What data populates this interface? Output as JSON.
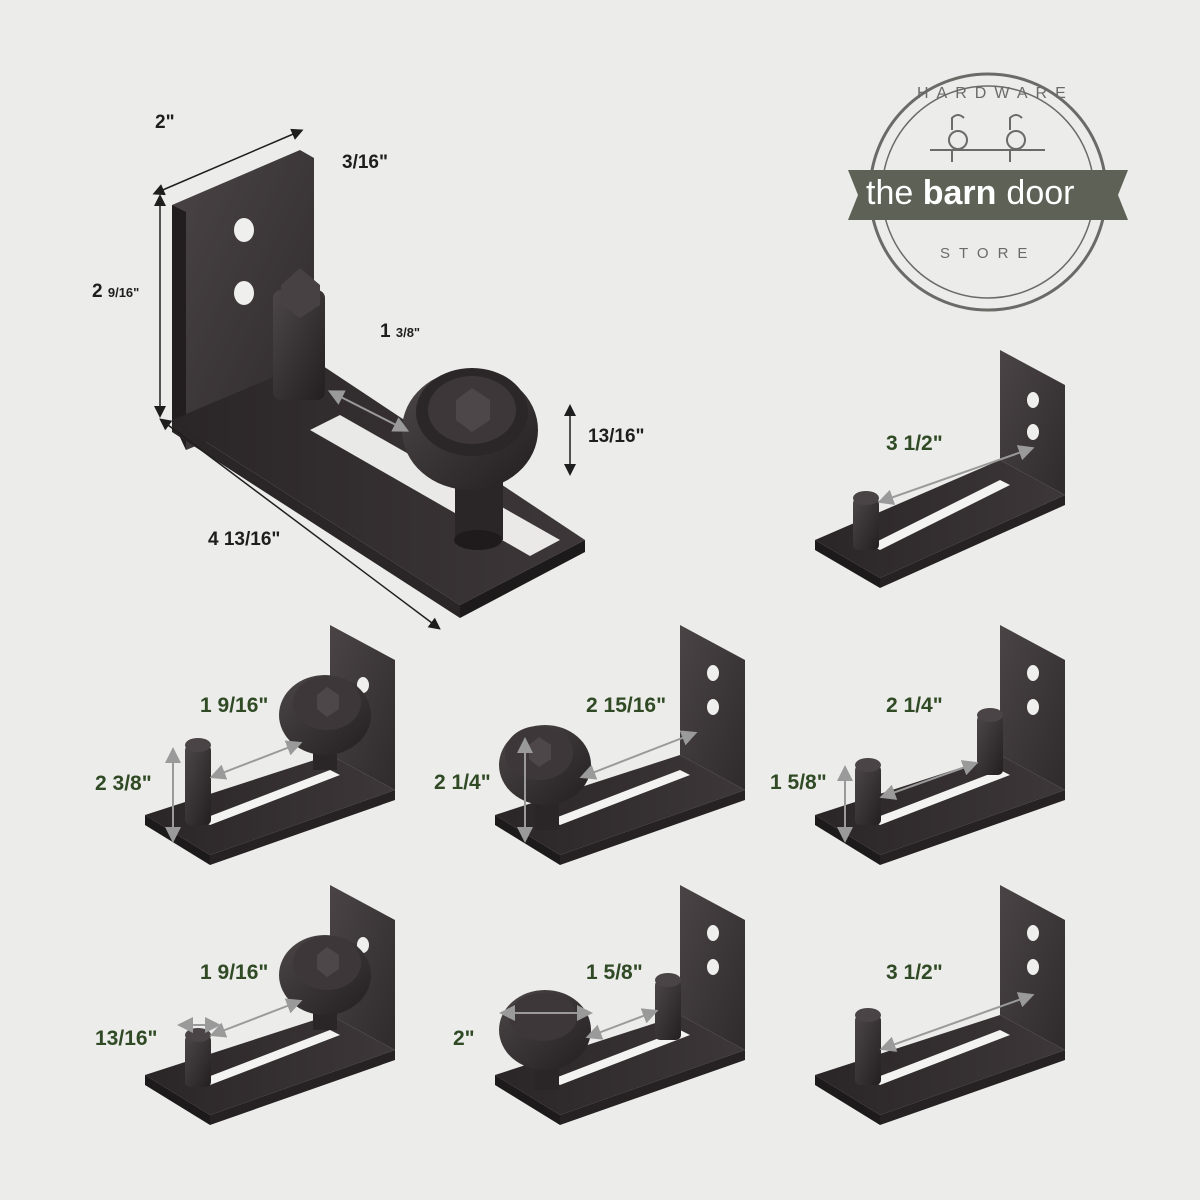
{
  "logo": {
    "top_text": "HARDWARE",
    "banner_text_prefix": "the",
    "banner_text_bold": "barn",
    "banner_text_suffix": "door",
    "bottom_text": "STORE",
    "banner_color": "#5d6156",
    "ring_color": "#6a6a66"
  },
  "colors": {
    "background": "#ececea",
    "metal": "#3b3537",
    "label_main": "#1e1e1e",
    "label_variant": "#2f4a24",
    "arrow": "#9a9a9a"
  },
  "main_product": {
    "width_label": "2\"",
    "thickness_label": "3/16\"",
    "height_label_whole": "2",
    "height_label_frac": "9/16\"",
    "length_label": "4 13/16\"",
    "roller_offset_whole": "1",
    "roller_offset_frac": "3/8\"",
    "roller_height_label": "13/16\""
  },
  "variants": [
    {
      "id": "v1",
      "config": "pin-only",
      "labels": [
        "3 1/2\""
      ]
    },
    {
      "id": "v2",
      "config": "roller-right-pin-left",
      "labels": [
        "1 9/16\"",
        "2 3/8\""
      ]
    },
    {
      "id": "v3",
      "config": "roller-left",
      "labels": [
        "2 15/16\"",
        "2 1/4\""
      ]
    },
    {
      "id": "v4",
      "config": "two-pins",
      "labels": [
        "2 1/4\"",
        "1 5/8\""
      ]
    },
    {
      "id": "v5",
      "config": "roller-right-pin-left-short",
      "labels": [
        "1 9/16\"",
        "13/16\""
      ]
    },
    {
      "id": "v6",
      "config": "roller-left-pin-right",
      "labels": [
        "1 5/8\"",
        "2\""
      ]
    },
    {
      "id": "v7",
      "config": "pin-only-far",
      "labels": [
        "3 1/2\""
      ]
    }
  ]
}
